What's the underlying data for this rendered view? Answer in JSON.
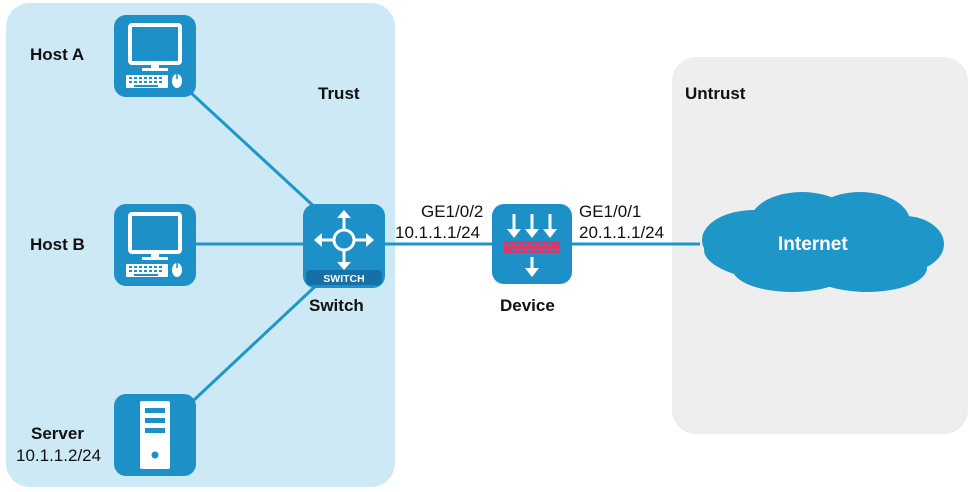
{
  "zones": {
    "trust": {
      "label": "Trust",
      "color": "#cce9f5"
    },
    "untrust": {
      "label": "Untrust",
      "color": "#eeeeee"
    }
  },
  "nodes": {
    "host_a": {
      "label": "Host A",
      "icon": "desktop-computer-icon"
    },
    "host_b": {
      "label": "Host B",
      "icon": "desktop-computer-icon"
    },
    "server": {
      "label": "Server",
      "ip": "10.1.1.2/24",
      "icon": "server-icon"
    },
    "switch": {
      "label": "Switch",
      "badge": "SWITCH",
      "icon": "switch-icon"
    },
    "device": {
      "label": "Device",
      "icon": "firewall-icon"
    },
    "internet": {
      "label": "Internet",
      "icon": "cloud-icon"
    }
  },
  "interfaces": {
    "device_inside": {
      "port": "GE1/0/2",
      "ip": "10.1.1.1/24"
    },
    "device_outside": {
      "port": "GE1/0/1",
      "ip": "20.1.1.1/24"
    }
  },
  "colors": {
    "device_tile": "#1e90c8",
    "link": "#1e96c8",
    "cloud": "#1e96c8",
    "firewall_bar": "#d63a6a"
  }
}
